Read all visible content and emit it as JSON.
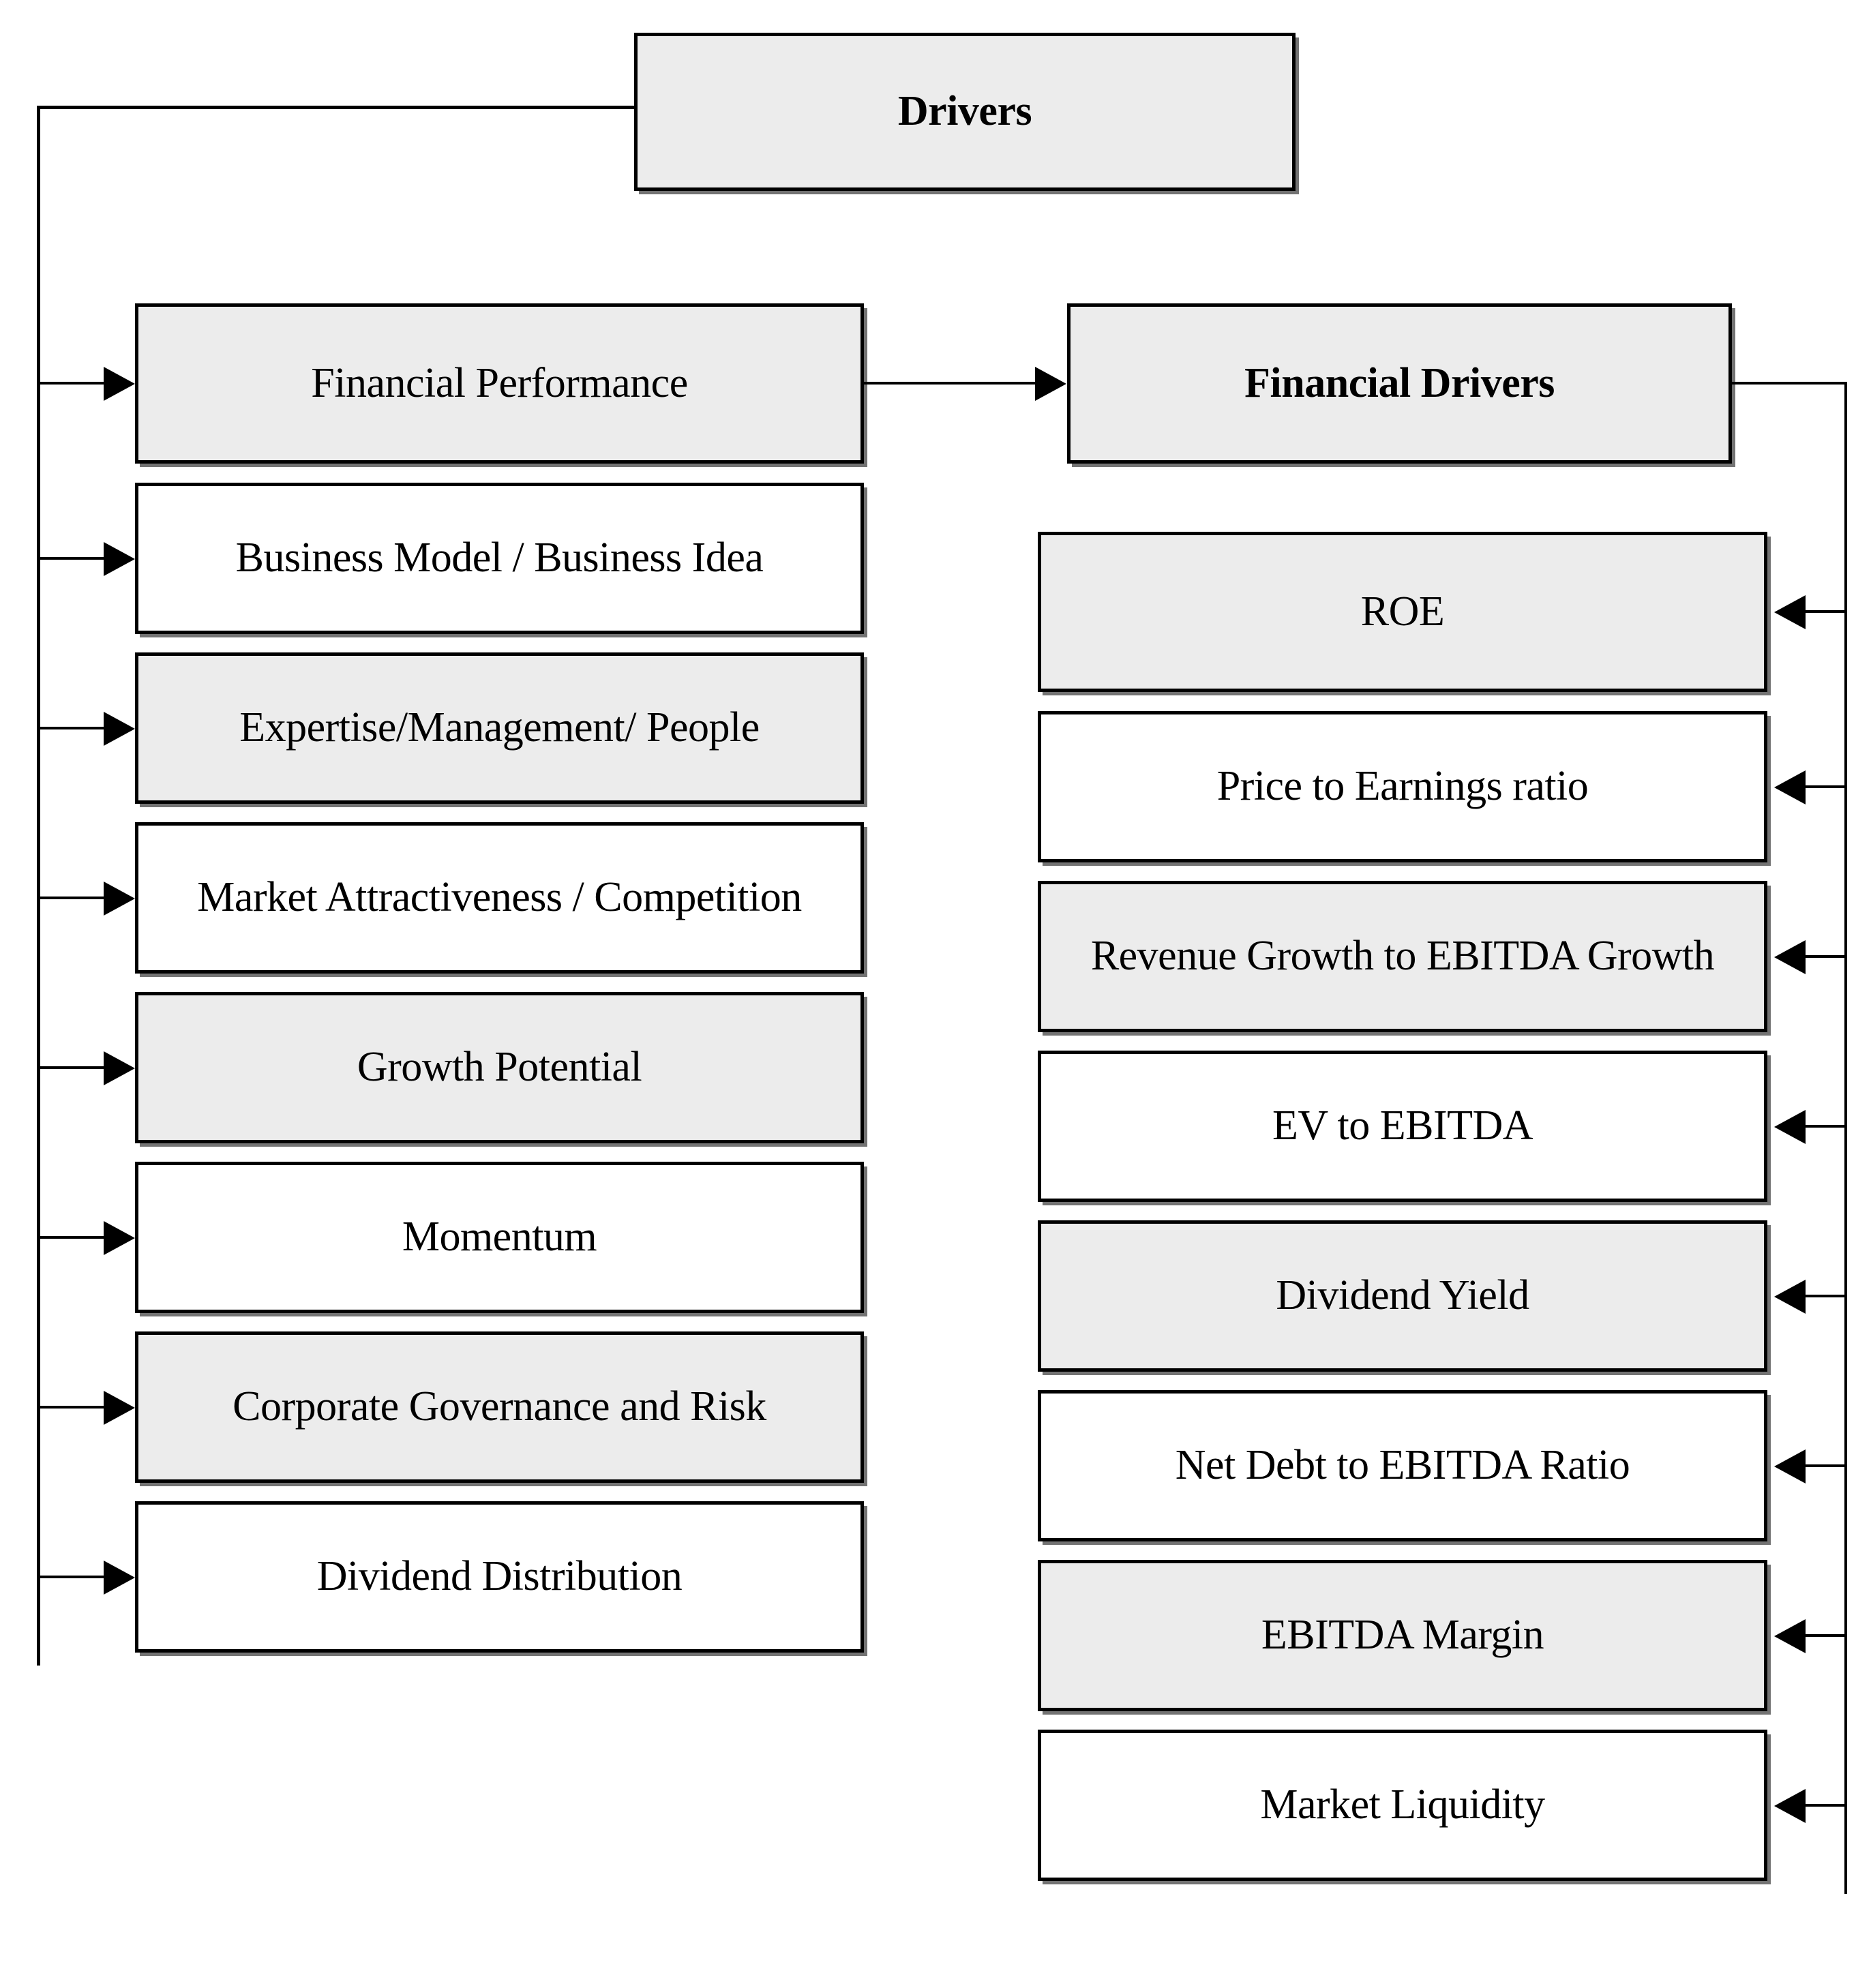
{
  "diagram": {
    "root": {
      "label": "Drivers",
      "shaded": true,
      "bold": true
    },
    "left_column": {
      "heading": "Financial Performance",
      "items": [
        {
          "label": "Financial Performance",
          "shaded": true
        },
        {
          "label": "Business Model / Business Idea",
          "shaded": false
        },
        {
          "label": "Expertise/Management/ People",
          "shaded": true
        },
        {
          "label": "Market Attractiveness / Competition",
          "shaded": false
        },
        {
          "label": "Growth Potential",
          "shaded": true
        },
        {
          "label": "Momentum",
          "shaded": false
        },
        {
          "label": "Corporate Governance and Risk",
          "shaded": true
        },
        {
          "label": "Dividend  Distribution",
          "shaded": false
        }
      ]
    },
    "right_column": {
      "heading": {
        "label": "Financial Drivers",
        "shaded": true,
        "bold": true
      },
      "items": [
        {
          "label": "ROE",
          "shaded": true
        },
        {
          "label": "Price to Earnings ratio",
          "shaded": false
        },
        {
          "label": "Revenue Growth to EBITDA Growth",
          "shaded": true
        },
        {
          "label": "EV to EBITDA",
          "shaded": false
        },
        {
          "label": "Dividend Yield",
          "shaded": true
        },
        {
          "label": "Net Debt to EBITDA Ratio",
          "shaded": false
        },
        {
          "label": "EBITDA Margin",
          "shaded": true
        },
        {
          "label": "Market Liquidity",
          "shaded": false
        }
      ]
    },
    "colors": {
      "shaded_fill": "#ececec",
      "plain_fill": "#ffffff",
      "stroke": "#000000",
      "background": "#ffffff"
    }
  }
}
